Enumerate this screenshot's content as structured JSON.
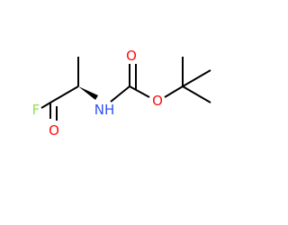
{
  "molecule": {
    "atoms": {
      "fluorine": {
        "symbol": "F",
        "color": "#90e050"
      },
      "carbonyl_oxygen_acyl": {
        "symbol": "O",
        "color": "#ff0d0d"
      },
      "nitrogen": {
        "symbol": "NH",
        "color": "#3050f8"
      },
      "carbonyl_oxygen_carbamate": {
        "symbol": "O",
        "color": "#ff0d0d"
      },
      "ester_oxygen": {
        "symbol": "O",
        "color": "#ff0d0d"
      }
    },
    "bond_color": "#000000"
  }
}
